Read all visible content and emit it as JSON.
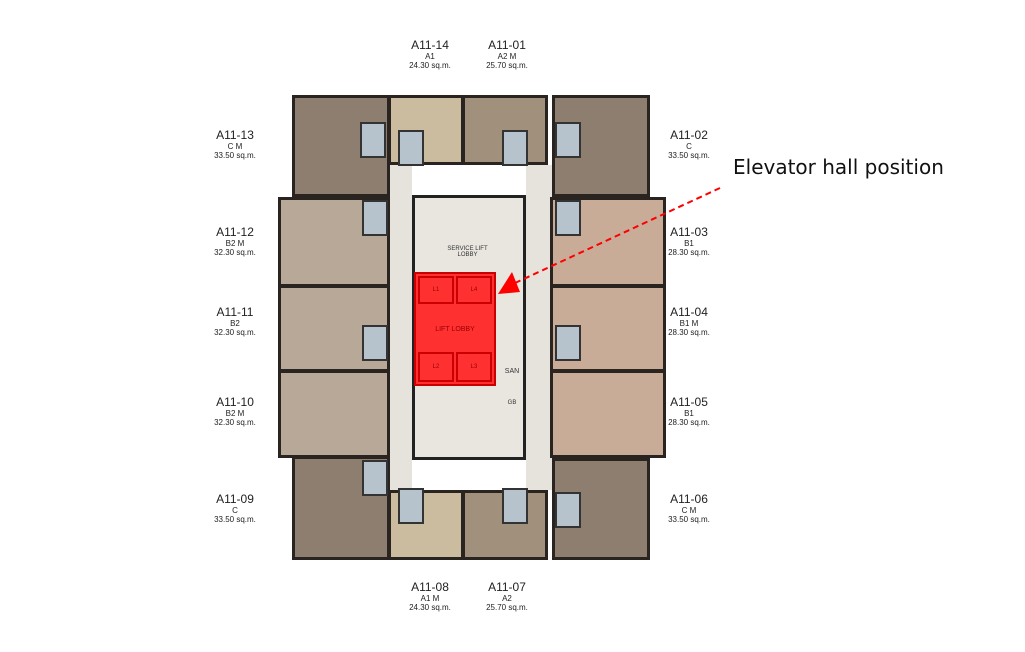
{
  "annotation": {
    "text": "Elevator hall position",
    "color": "#ff0000"
  },
  "units": {
    "u14": {
      "id": "A11-14",
      "type": "A1",
      "area": "24.30 sq.m."
    },
    "u01": {
      "id": "A11-01",
      "type": "A2 M",
      "area": "25.70 sq.m."
    },
    "u13": {
      "id": "A11-13",
      "type": "C M",
      "area": "33.50 sq.m."
    },
    "u12": {
      "id": "A11-12",
      "type": "B2 M",
      "area": "32.30 sq.m."
    },
    "u11": {
      "id": "A11-11",
      "type": "B2",
      "area": "32.30 sq.m."
    },
    "u10": {
      "id": "A11-10",
      "type": "B2 M",
      "area": "32.30 sq.m."
    },
    "u09": {
      "id": "A11-09",
      "type": "C",
      "area": "33.50 sq.m."
    },
    "u02": {
      "id": "A11-02",
      "type": "C",
      "area": "33.50 sq.m."
    },
    "u03": {
      "id": "A11-03",
      "type": "B1",
      "area": "28.30 sq.m."
    },
    "u04": {
      "id": "A11-04",
      "type": "B1 M",
      "area": "28.30 sq.m."
    },
    "u05": {
      "id": "A11-05",
      "type": "B1",
      "area": "28.30 sq.m."
    },
    "u06": {
      "id": "A11-06",
      "type": "C M",
      "area": "33.50 sq.m."
    },
    "u08": {
      "id": "A11-08",
      "type": "A1 M",
      "area": "24.30 sq.m."
    },
    "u07": {
      "id": "A11-07",
      "type": "A2",
      "area": "25.70 sq.m."
    }
  },
  "core": {
    "service_lobby": "SERVICE LIFT LOBBY",
    "lift_lobby": "LIFT LOBBY",
    "lifts": [
      "L1",
      "L4",
      "L2",
      "L3"
    ],
    "san": "SAN",
    "gb": "GB"
  }
}
